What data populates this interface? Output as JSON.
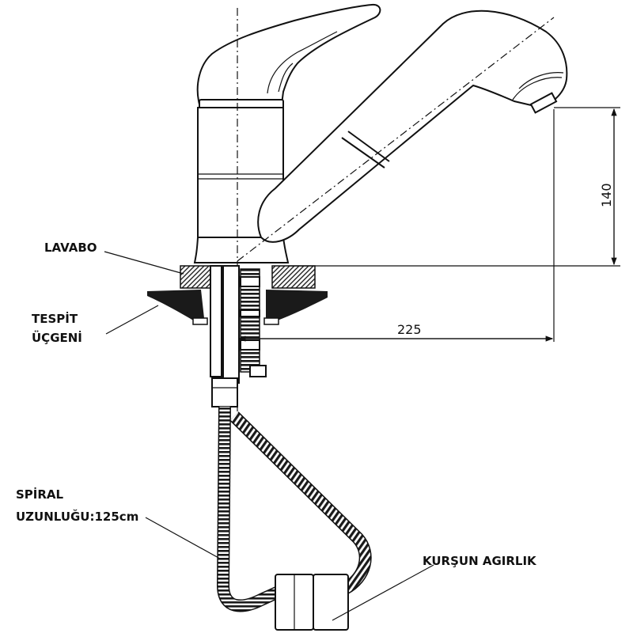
{
  "labels": {
    "lavabo": "LAVABO",
    "tespit_line1": "TESPİT",
    "tespit_line2": "ÜÇGENİ",
    "spiral_line1": "SPİRAL",
    "spiral_line2": "UZUNLUĞU:125cm",
    "kursun": "KURŞUN AGIRLIK"
  },
  "dimensions": {
    "height": "140",
    "reach": "225"
  }
}
